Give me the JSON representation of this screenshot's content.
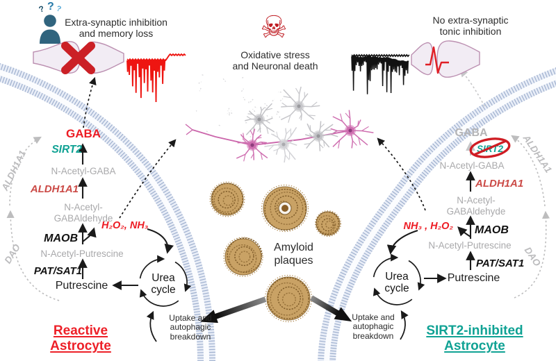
{
  "captions": {
    "memory": "Extra-synaptic inhibition\nand memory loss",
    "oxidative": "Oxidative stress\nand Neuronal death",
    "no_inhibition": "No extra-synaptic\ntonic inhibition",
    "amyloid": "Amyloid\nplaques"
  },
  "icons": {
    "skull": "☠",
    "q1": "?",
    "q2": "?",
    "q3": "?"
  },
  "left": {
    "title": "Reactive\nAstrocyte",
    "gaba": "GABA",
    "sirt2": "SIRT2",
    "n_acetyl_gaba": "N-Acetyl-GABA",
    "aldh1a1": "ALDH1A1",
    "n_acetyl_gabaldehyde": "N-Acetyl-\nGABAldehyde",
    "byproducts": "H₂O₂, NH₃",
    "maob": "MAOB",
    "n_acetyl_putrescine": "N-Acetyl-Putrescine",
    "pat_sat1": "PAT/SAT1",
    "putrescine": "Putrescine",
    "urea_cycle": "Urea\ncycle",
    "uptake": "Uptake and\nautophagic\nbreakdown",
    "aldh1a1_side": "ALDH1A1",
    "dao": "DAO"
  },
  "right": {
    "title": "SIRT2-inhibited\nAstrocyte",
    "gaba": "GABA",
    "sirt2": "SIRT2",
    "n_acetyl_gaba": "N-Acetyl-GABA",
    "aldh1a1": "ALDH1A1",
    "n_acetyl_gabaldehyde": "N-Acetyl-\nGABAldehyde",
    "byproducts": "NH₃ , H₂O₂",
    "maob": "MAOB",
    "n_acetyl_putrescine": "N-Acetyl-Putrescine",
    "pat_sat1": "PAT/SAT1",
    "putrescine": "Putrescine",
    "urea_cycle": "Urea\ncycle",
    "uptake": "Uptake and\nautophagic\nbreakdown",
    "aldh1a1_side": "ALDH1A1",
    "dao": "DAO"
  },
  "colors": {
    "red": "#ed1c24",
    "salmon": "#cb4a46",
    "teal": "#10a294",
    "gray_label": "#a9a9ab",
    "membrane": "#9fb0ce",
    "plaque": "#c79e5d",
    "neuron_pink": "#cf6fb0"
  }
}
